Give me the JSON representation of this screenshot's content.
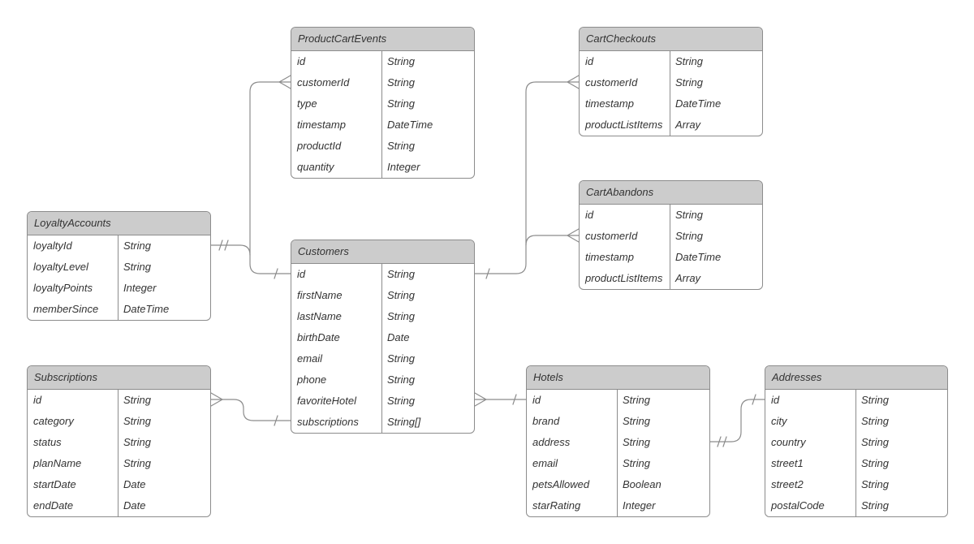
{
  "diagram": {
    "kind": "entity-relationship-diagram",
    "colors": {
      "background": "#ffffff",
      "entity_header_fill": "#cccccc",
      "entity_border": "#8c8c8c",
      "connector": "#8c8c8c",
      "text": "#333333"
    },
    "entities": [
      {
        "title": "ProductCartEvents",
        "fields": [
          {
            "name": "id",
            "type": "String"
          },
          {
            "name": "customerId",
            "type": "String"
          },
          {
            "name": "type",
            "type": "String"
          },
          {
            "name": "timestamp",
            "type": "DateTime"
          },
          {
            "name": "productId",
            "type": "String"
          },
          {
            "name": "quantity",
            "type": "Integer"
          }
        ]
      },
      {
        "title": "CartCheckouts",
        "fields": [
          {
            "name": "id",
            "type": "String"
          },
          {
            "name": "customerId",
            "type": "String"
          },
          {
            "name": "timestamp",
            "type": "DateTime"
          },
          {
            "name": "productListItems",
            "type": "Array"
          }
        ]
      },
      {
        "title": "CartAbandons",
        "fields": [
          {
            "name": "id",
            "type": "String"
          },
          {
            "name": "customerId",
            "type": "String"
          },
          {
            "name": "timestamp",
            "type": "DateTime"
          },
          {
            "name": "productListItems",
            "type": "Array"
          }
        ]
      },
      {
        "title": "LoyaltyAccounts",
        "fields": [
          {
            "name": "loyaltyId",
            "type": "String"
          },
          {
            "name": "loyaltyLevel",
            "type": "String"
          },
          {
            "name": "loyaltyPoints",
            "type": "Integer"
          },
          {
            "name": "memberSince",
            "type": "DateTime"
          }
        ]
      },
      {
        "title": "Customers",
        "fields": [
          {
            "name": "id",
            "type": "String"
          },
          {
            "name": "firstName",
            "type": "String"
          },
          {
            "name": "lastName",
            "type": "String"
          },
          {
            "name": "birthDate",
            "type": "Date"
          },
          {
            "name": "email",
            "type": "String"
          },
          {
            "name": "phone",
            "type": "String"
          },
          {
            "name": "favoriteHotel",
            "type": "String"
          },
          {
            "name": "subscriptions",
            "type": "String[]"
          }
        ]
      },
      {
        "title": "Subscriptions",
        "fields": [
          {
            "name": "id",
            "type": "String"
          },
          {
            "name": "category",
            "type": "String"
          },
          {
            "name": "status",
            "type": "String"
          },
          {
            "name": "planName",
            "type": "String"
          },
          {
            "name": "startDate",
            "type": "Date"
          },
          {
            "name": "endDate",
            "type": "Date"
          }
        ]
      },
      {
        "title": "Hotels",
        "fields": [
          {
            "name": "id",
            "type": "String"
          },
          {
            "name": "brand",
            "type": "String"
          },
          {
            "name": "address",
            "type": "String"
          },
          {
            "name": "email",
            "type": "String"
          },
          {
            "name": "petsAllowed",
            "type": "Boolean"
          },
          {
            "name": "starRating",
            "type": "Integer"
          }
        ]
      },
      {
        "title": "Addresses",
        "fields": [
          {
            "name": "id",
            "type": "String"
          },
          {
            "name": "city",
            "type": "String"
          },
          {
            "name": "country",
            "type": "String"
          },
          {
            "name": "street1",
            "type": "String"
          },
          {
            "name": "street2",
            "type": "String"
          },
          {
            "name": "postalCode",
            "type": "String"
          }
        ]
      }
    ],
    "relationships": [
      {
        "from": "Customers.id",
        "to": "ProductCartEvents.customerId",
        "from_cardinality": "one",
        "to_cardinality": "many"
      },
      {
        "from": "LoyaltyAccounts.loyaltyId",
        "to": "Customers.id",
        "from_cardinality": "exactly-one",
        "to_cardinality": "one"
      },
      {
        "from": "Customers.id",
        "to": "CartCheckouts.customerId",
        "from_cardinality": "one",
        "to_cardinality": "many"
      },
      {
        "from": "Customers.id",
        "to": "CartAbandons.customerId",
        "from_cardinality": "one",
        "to_cardinality": "many"
      },
      {
        "from": "Customers.favoriteHotel",
        "to": "Hotels.id",
        "from_cardinality": "many",
        "to_cardinality": "one"
      },
      {
        "from": "Subscriptions.id",
        "to": "Customers.subscriptions",
        "from_cardinality": "many",
        "to_cardinality": "one"
      },
      {
        "from": "Hotels.address",
        "to": "Addresses.id",
        "from_cardinality": "exactly-one",
        "to_cardinality": "one"
      }
    ]
  }
}
